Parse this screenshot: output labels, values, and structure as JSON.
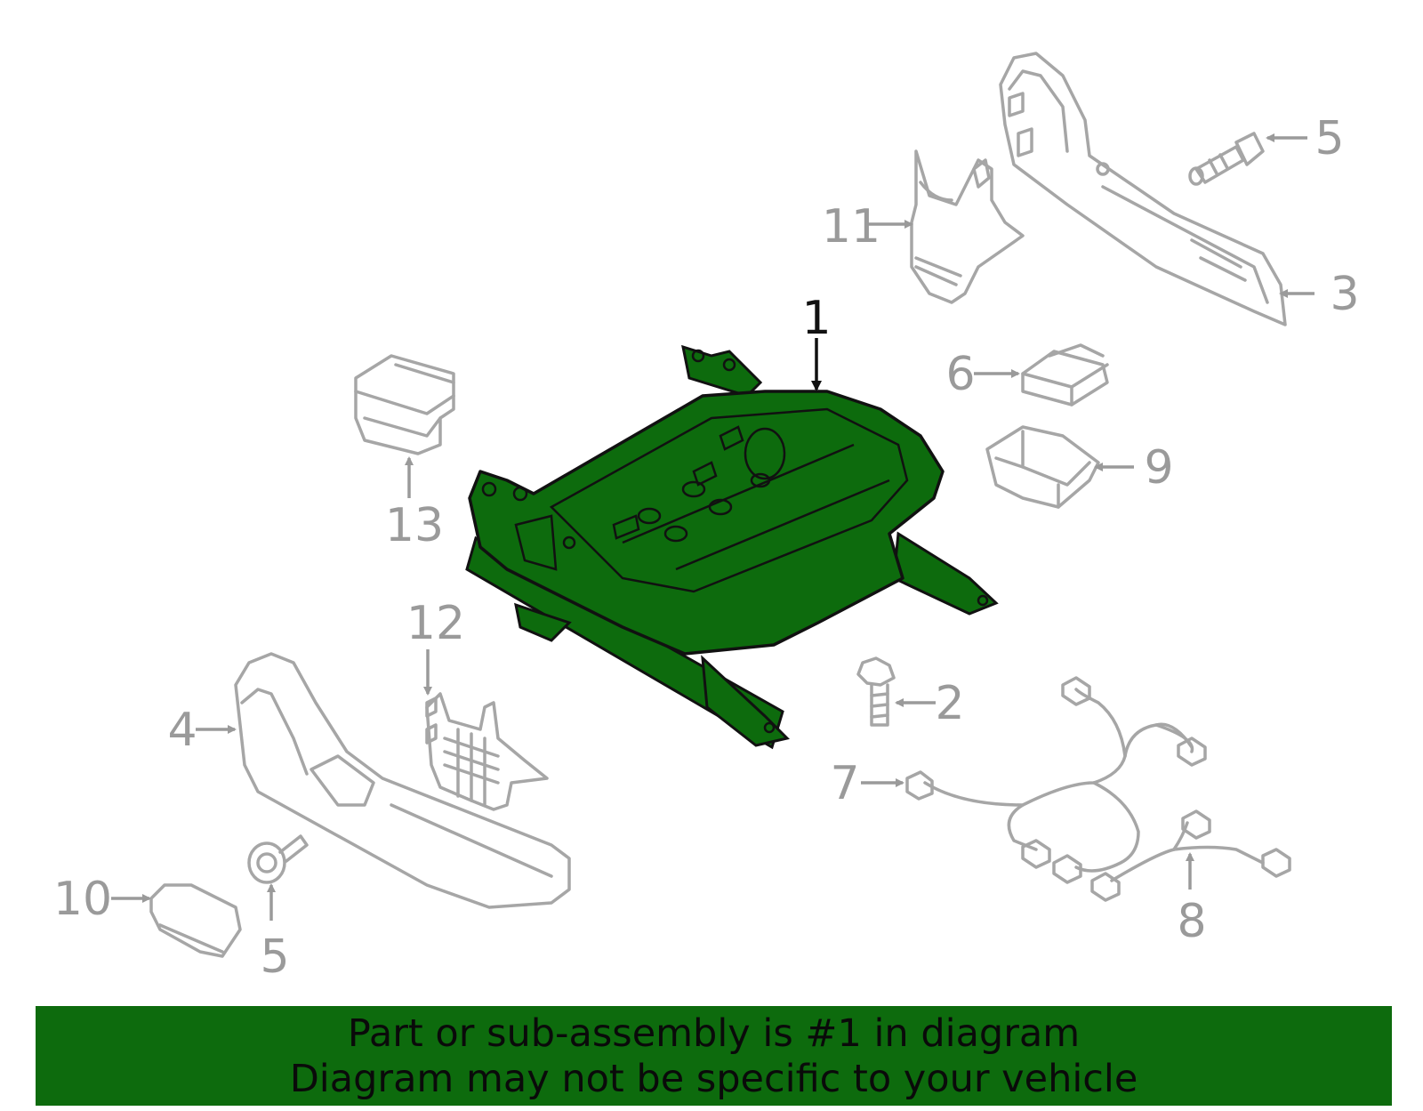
{
  "diagram": {
    "highlight_color": "#0d6b0d",
    "part_color": "#a6a6a6",
    "callouts": {
      "c1": "1",
      "c2": "2",
      "c3": "3",
      "c4": "4",
      "c5a": "5",
      "c5b": "5",
      "c6": "6",
      "c7": "7",
      "c8": "8",
      "c9": "9",
      "c10": "10",
      "c11": "11",
      "c12": "12",
      "c13": "13"
    }
  },
  "banner": {
    "line1": "Part or sub-assembly is #1 in diagram",
    "line2": "Diagram may not be specific to your vehicle"
  }
}
